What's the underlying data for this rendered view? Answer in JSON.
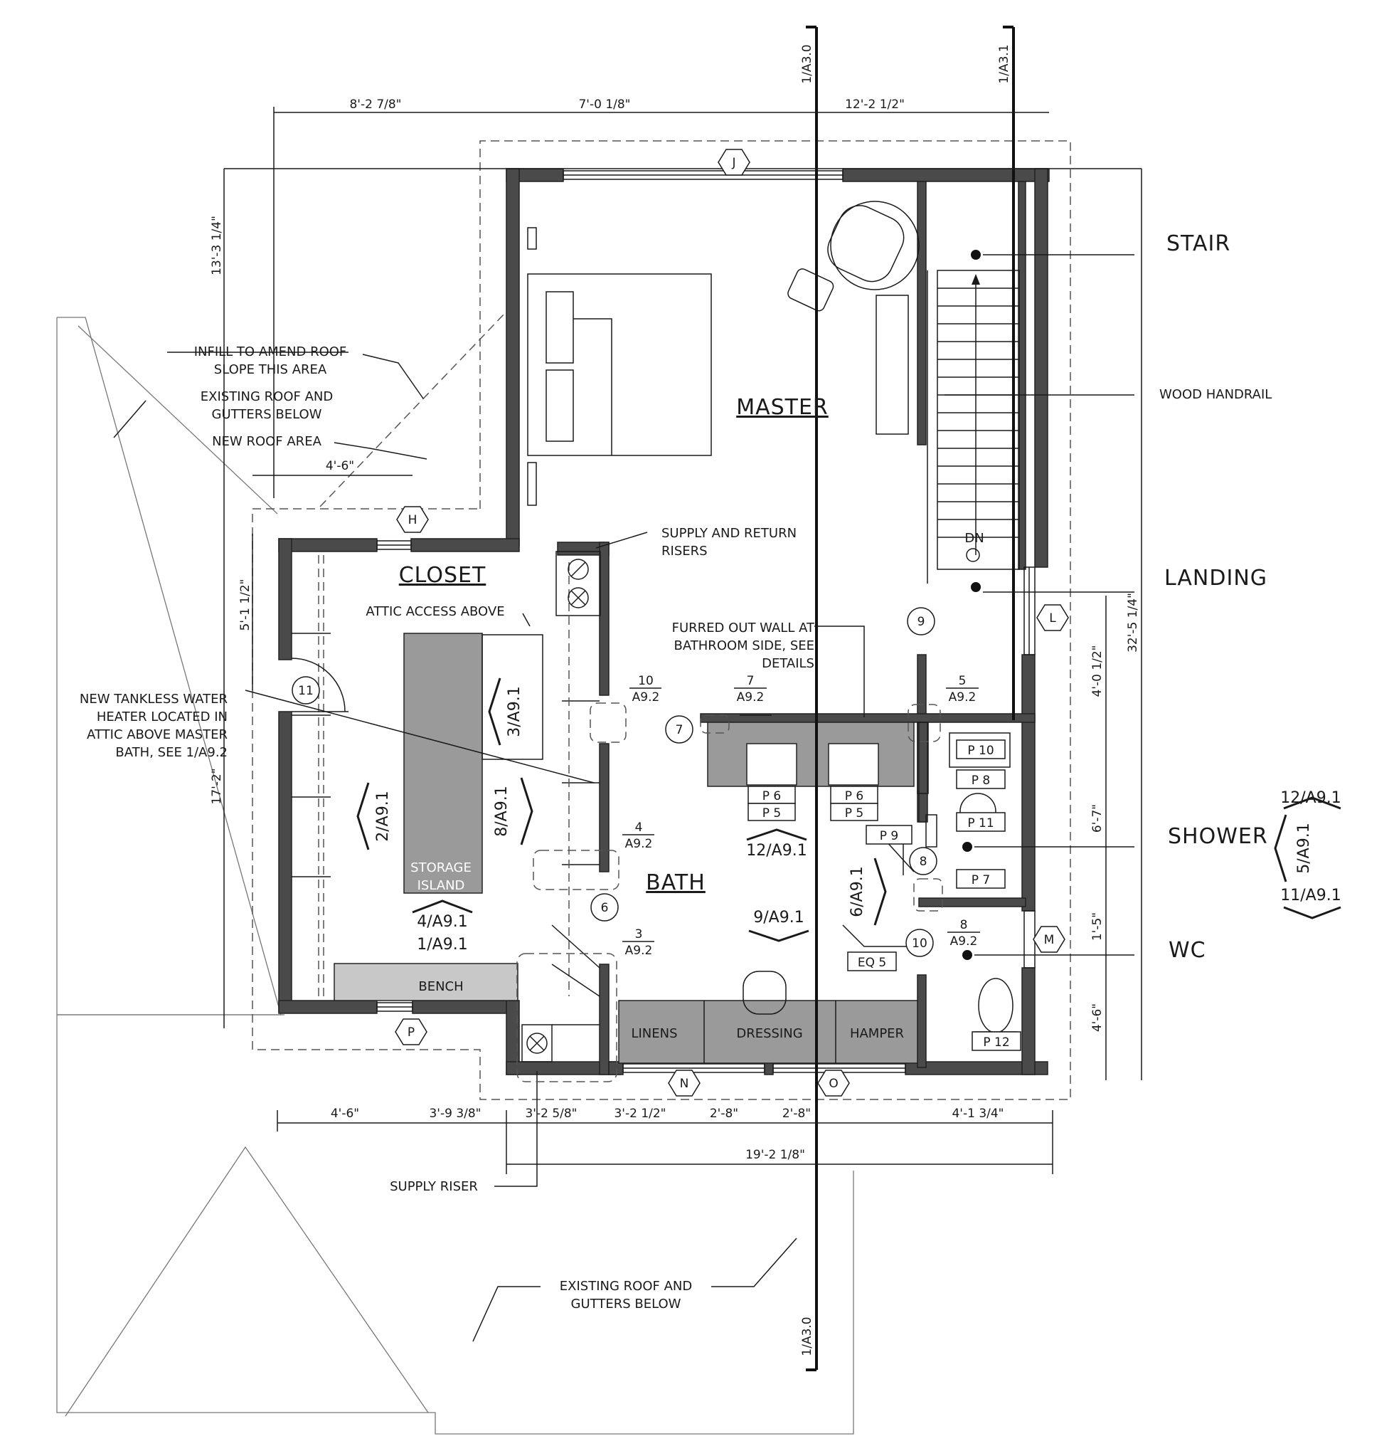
{
  "rooms": {
    "master": "MASTER",
    "closet": "CLOSET",
    "bath": "BATH",
    "storage_island": [
      "STORAGE",
      "ISLAND"
    ],
    "bench": "BENCH",
    "linens": "LINENS",
    "dressing": "DRESSING",
    "hamper": "HAMPER",
    "dn": "DN"
  },
  "side_labels": {
    "stair": "STAIR",
    "landing": "LANDING",
    "shower": "SHOWER",
    "wc": "WC"
  },
  "notes": {
    "infill": [
      "INFILL TO AMEND ROOF",
      "SLOPE THIS AREA"
    ],
    "existing_roof_top": [
      "EXISTING ROOF AND",
      "GUTTERS BELOW"
    ],
    "new_roof": "NEW ROOF AREA",
    "supply_return": [
      "SUPPLY AND RETURN",
      "RISERS"
    ],
    "attic_access": "ATTIC ACCESS ABOVE",
    "furred_wall": [
      "FURRED OUT WALL AT",
      "BATHROOM SIDE, SEE",
      "DETAILS"
    ],
    "water_heater": [
      "NEW TANKLESS WATER",
      "HEATER LOCATED IN",
      "ATTIC ABOVE MASTER",
      "BATH, SEE 1/A9.2"
    ],
    "wood_handrail": "WOOD HANDRAIL",
    "supply_riser": "SUPPLY RISER",
    "existing_roof_bottom": [
      "EXISTING ROOF AND",
      "GUTTERS BELOW"
    ]
  },
  "dimensions": {
    "top": [
      "8'-2 7/8\"",
      "7'-0 1/8\"",
      "12'-2 1/2\""
    ],
    "left_outer": [
      "13'-3 1/4\"",
      "17'-2\""
    ],
    "left_small": "5'-1 1/2\"",
    "closet_width": "4'-6\"",
    "right_inner": [
      "4'-0 1/2\"",
      "6'-7\"",
      "1'-5\"",
      "4'-6\""
    ],
    "right_outer": "32'-5 1/4\"",
    "bottom": [
      "4'-6\"",
      "3'-9 3/8\"",
      "3'-2 5/8\"",
      "3'-2 1/2\"",
      "2'-8\"",
      "2'-8\"",
      "4'-1 3/4\""
    ],
    "bottom_total": "19'-2 1/8\""
  },
  "section_marks": [
    "1/A3.0",
    "1/A3.1",
    "1/A3.0"
  ],
  "window_tags": [
    "J",
    "H",
    "L",
    "M",
    "N",
    "O",
    "P"
  ],
  "fixture_tags": [
    "P 10",
    "P 8",
    "P 11",
    "P 7",
    "P 9",
    "P 6",
    "P 5",
    "P 6",
    "P 5",
    "EQ 5",
    "P 12"
  ],
  "keys": [
    "11",
    "7",
    "6",
    "9",
    "8",
    "10"
  ],
  "detail_refs": {
    "d10": [
      "10",
      "A9.2"
    ],
    "d7": [
      "7",
      "A9.2"
    ],
    "d5": [
      "5",
      "A9.2"
    ],
    "d4": [
      "4",
      "A9.2"
    ],
    "d3": [
      "3",
      "A9.2"
    ],
    "d8": [
      "8",
      "A9.2"
    ]
  },
  "elevation_refs": {
    "e2": "2/A9.1",
    "e3": "3/A9.1",
    "e8": "8/A9.1",
    "e4": "4/A9.1",
    "e1": "1/A9.1",
    "e12": "12/A9.1",
    "e9": "9/A9.1",
    "e6": "6/A9.1",
    "s12": "12/A9.1",
    "s5": "5/A9.1",
    "s11": "11/A9.1"
  }
}
